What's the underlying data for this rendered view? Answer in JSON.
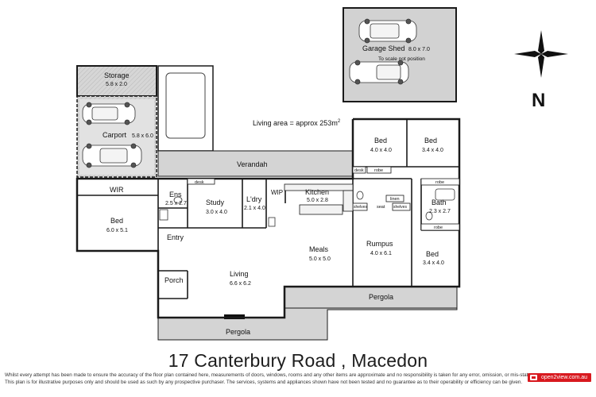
{
  "plan": {
    "living_area_note": "Living area = approx 253m",
    "living_area_sup": "2",
    "scale_note": "To scale not position",
    "rooms": {
      "storage": {
        "name": "Storage",
        "dims": "5.8 x 2.0"
      },
      "carport": {
        "name": "Carport",
        "dims": "5.8 x 6.0"
      },
      "garage_shed": {
        "name": "Garage Shed",
        "dims": "8.0 x 7.0"
      },
      "verandah": {
        "name": "Verandah"
      },
      "wir": {
        "name": "WIR"
      },
      "bed_main": {
        "name": "Bed",
        "dims": "6.0 x 5.1"
      },
      "ens": {
        "name": "Ens",
        "dims": "2.5 x 2.7"
      },
      "study": {
        "name": "Study",
        "dims": "3.0 x 4.0"
      },
      "ldry": {
        "name": "L'dry",
        "dims": "2.1 x 4.0"
      },
      "wip": {
        "name": "WIP"
      },
      "kitchen": {
        "name": "Kitchen",
        "dims": "5.0 x 2.8"
      },
      "entry": {
        "name": "Entry"
      },
      "porch": {
        "name": "Porch"
      },
      "living": {
        "name": "Living",
        "dims": "6.6 x 6.2"
      },
      "meals": {
        "name": "Meals",
        "dims": "5.0 x 5.0"
      },
      "rumpus": {
        "name": "Rumpus",
        "dims": "4.0 x 6.1"
      },
      "bed_nw": {
        "name": "Bed",
        "dims": "4.0 x 4.0"
      },
      "bed_ne": {
        "name": "Bed",
        "dims": "3.4 x 4.0"
      },
      "bath": {
        "name": "Bath",
        "dims": "2.3 x 2.7"
      },
      "bed_se": {
        "name": "Bed",
        "dims": "3.4 x 4.0"
      },
      "pergola_right": {
        "name": "Pergola"
      },
      "pergola_bottom": {
        "name": "Pergola"
      }
    },
    "small_labels": {
      "desk_study": "desk",
      "desk_bed": "desk",
      "robe_bed": "robe",
      "robe_bath_top": "robe",
      "robe_bath_bottom": "robe",
      "shelves_left": "shelves",
      "shelves_right": "shelves",
      "linen": "linen",
      "seat": "seat"
    },
    "compass": "N"
  },
  "address": "17 Canterbury Road , Macedon",
  "disclaimer": [
    "Whilst every attempt has been made to ensure the accuracy of the floor plan contained here, measurements of doors, windows, rooms and any other items are approximate and no responsibility is taken for any error, omission, or mis-statement.",
    "This plan is for illustrative purposes only and should be used as such by any prospective purchaser. The services, systems and appliances shown have not been tested and no guarantee as to their operability or efficiency can be given."
  ],
  "logo": "open2view.com.au",
  "colors": {
    "wall": "#1a1a1a",
    "outdoor_fill": "#d4d4d4",
    "logo_red": "#d8191f"
  }
}
